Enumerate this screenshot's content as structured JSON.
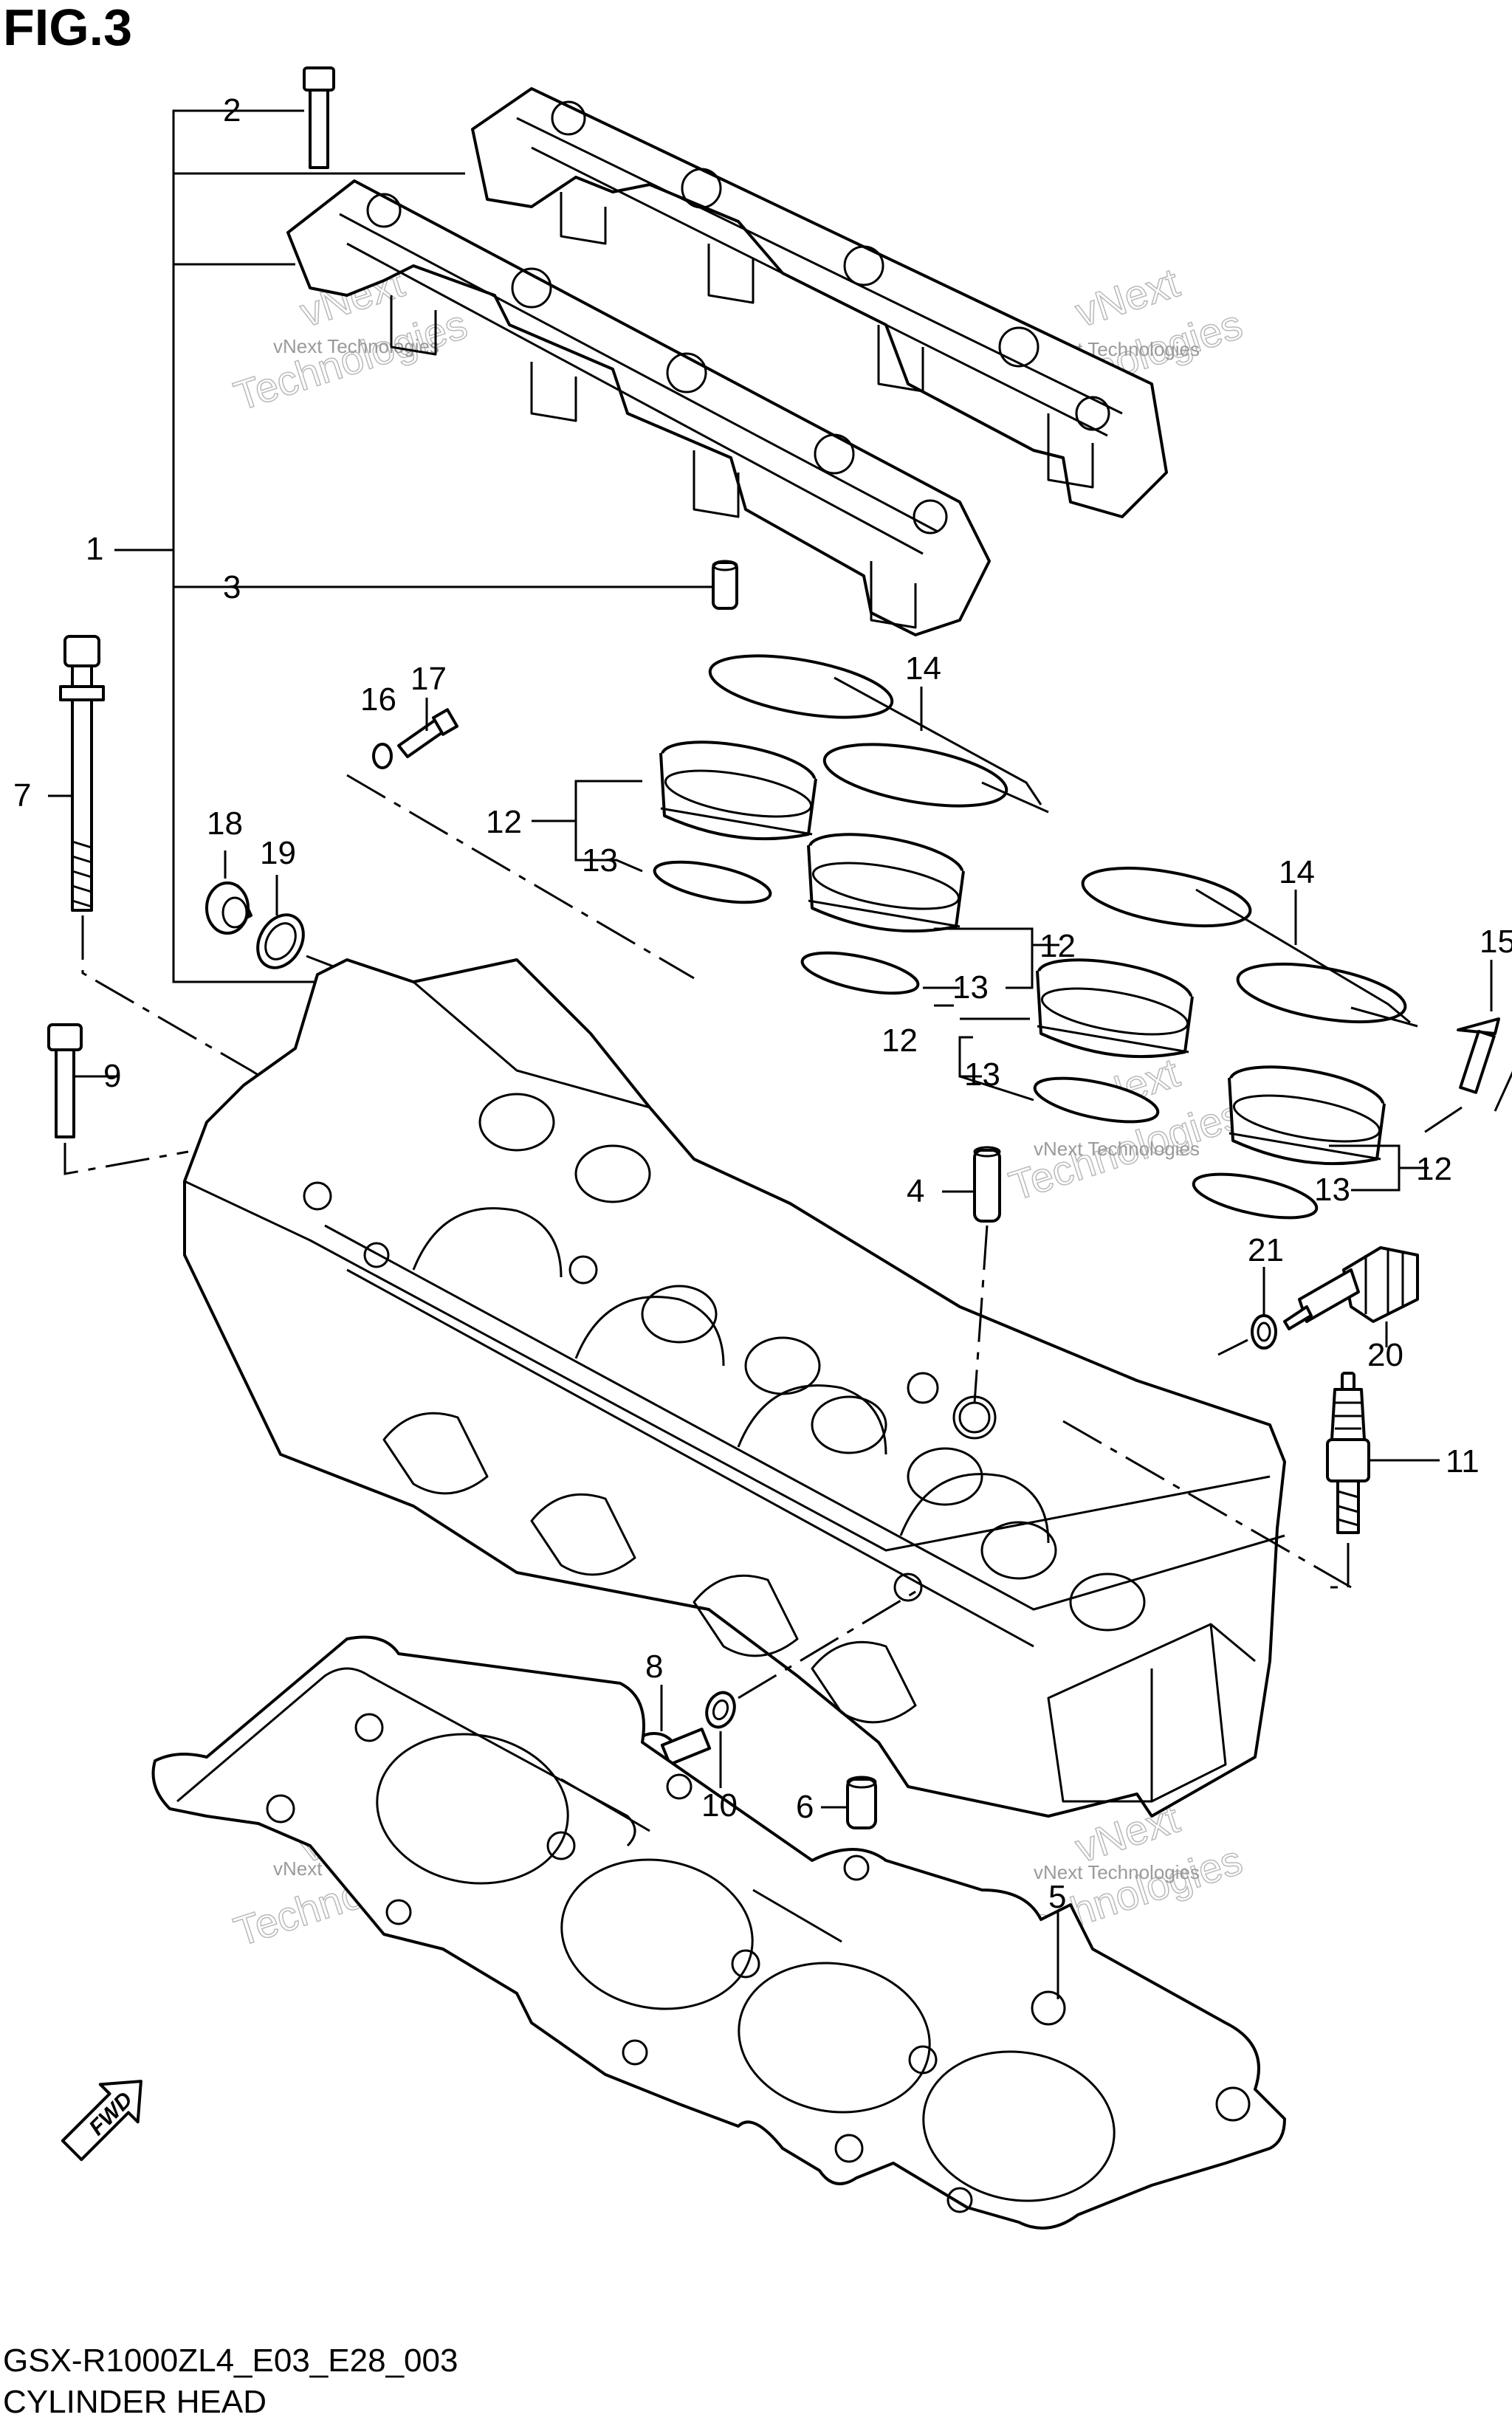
{
  "figure": {
    "title": "FIG.3",
    "model_code": "GSX-R1000ZL4_E03_E28_003",
    "caption": "CYLINDER HEAD"
  },
  "callouts": {
    "c1": "1",
    "c2": "2",
    "c3": "3",
    "c4": "4",
    "c5": "5",
    "c6": "6",
    "c7": "7",
    "c8": "8",
    "c9": "9",
    "c10": "10",
    "c11": "11",
    "c12a": "12",
    "c12b": "12",
    "c12c": "12",
    "c12d": "12",
    "c13a": "13",
    "c13b": "13",
    "c13c": "13",
    "c13d": "13",
    "c14a": "14",
    "c14b": "14",
    "c15": "15",
    "c16": "16",
    "c17": "17",
    "c18": "18",
    "c19": "19",
    "c20": "20",
    "c21": "21"
  },
  "watermark": {
    "line1": "vNext Technologies",
    "line2": "vNext",
    "line3": "Technologies"
  },
  "fwd_label": "FWD"
}
